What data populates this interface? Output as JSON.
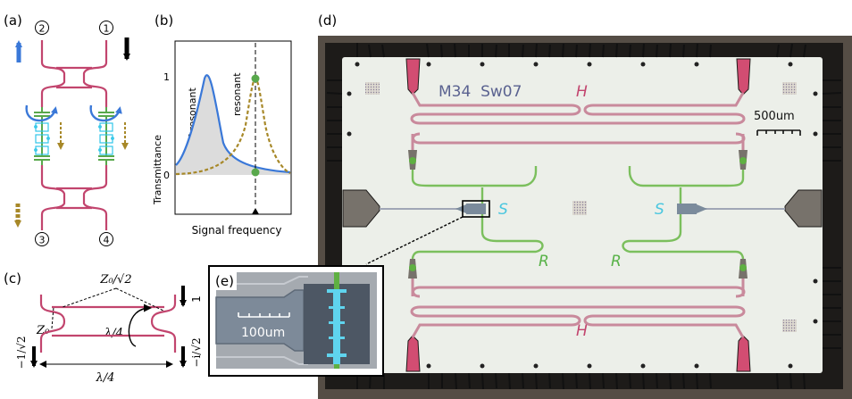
{
  "panel_a": {
    "label": "(a)",
    "port_1": "1",
    "port_2": "2",
    "port_3": "3",
    "port_4": "4"
  },
  "panel_b": {
    "label": "(b)",
    "y_axis_label": "Transmittance",
    "x_axis_label": "Signal frequency",
    "tick_one": "1",
    "tick_zero": "0",
    "off_resonant_label": "off-resonant",
    "resonant_label": "resonant"
  },
  "panel_c": {
    "label": "(c)",
    "z0_sqrt2": "Z₀/√2",
    "z0": "Z₀",
    "lambda4_inner": "λ/4",
    "lambda4_bottom": "λ/4",
    "port_right_top": "1",
    "port_left_bottom": "−1/√2",
    "port_right_bottom": "−i/√2"
  },
  "panel_d": {
    "label": "(d)",
    "chip_id": "M34  Sw07",
    "scale_bar": "500um",
    "label_h_top": "H",
    "label_h_bottom": "H",
    "label_s_left": "S",
    "label_s_right": "S",
    "label_r_left": "R",
    "label_r_right": "R"
  },
  "panel_e": {
    "label": "(e)",
    "scale_bar": "100um"
  },
  "colors": {
    "hybrid_pink": "#c2456e",
    "filter_green": "#58a84b",
    "squid_cyan": "#31c6e8",
    "arrow_blue": "#3a78d8",
    "arrow_gold": "#a78828",
    "chip_background": "#ecefe9",
    "substrate_dark": "#3a3632"
  }
}
